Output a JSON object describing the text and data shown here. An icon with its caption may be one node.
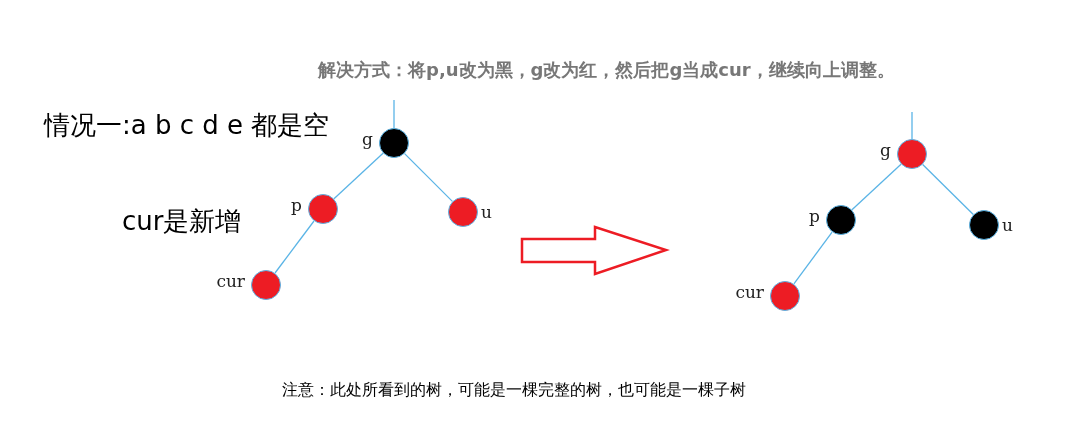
{
  "diagram": {
    "nodes": [
      {
        "text": [],
        "shape": "circle",
        "beside": [
          "g"
        ]
      },
      {
        "text": [],
        "shape": "circle",
        "beside": [
          "p"
        ]
      },
      {
        "text": [],
        "shape": "circle",
        "beside": [
          "u"
        ]
      },
      {
        "text": [],
        "shape": "circle",
        "beside": [
          "cur"
        ]
      },
      {
        "text": [],
        "shape": "circle",
        "beside": [
          "g"
        ]
      },
      {
        "text": [],
        "shape": "circle",
        "beside": [
          "p"
        ]
      },
      {
        "text": [],
        "shape": "circle",
        "beside": [
          "u"
        ]
      },
      {
        "text": [],
        "shape": "circle",
        "beside": [
          "cur"
        ]
      }
    ],
    "edges": [
      {
        "from": null,
        "to": 0,
        "arrow": "none"
      },
      {
        "from": 0,
        "to": 1,
        "arrow": "none"
      },
      {
        "from": 0,
        "to": 2,
        "arrow": "none"
      },
      {
        "from": 1,
        "to": 3,
        "arrow": "none"
      },
      {
        "from": null,
        "to": 4,
        "arrow": "none"
      },
      {
        "from": 4,
        "to": 5,
        "arrow": "none"
      },
      {
        "from": 4,
        "to": 6,
        "arrow": "none"
      },
      {
        "from": 5,
        "to": 7,
        "arrow": "none"
      }
    ],
    "labels": [
      "解决方式：将p,u改为黑，g改为红，然后把g当成cur，继续向上调整。",
      "情况一:a b c d e 都是空",
      "cur是新增",
      "注意：此处所看到的树，可能是一棵完整的树，也可能是一棵子树"
    ]
  }
}
